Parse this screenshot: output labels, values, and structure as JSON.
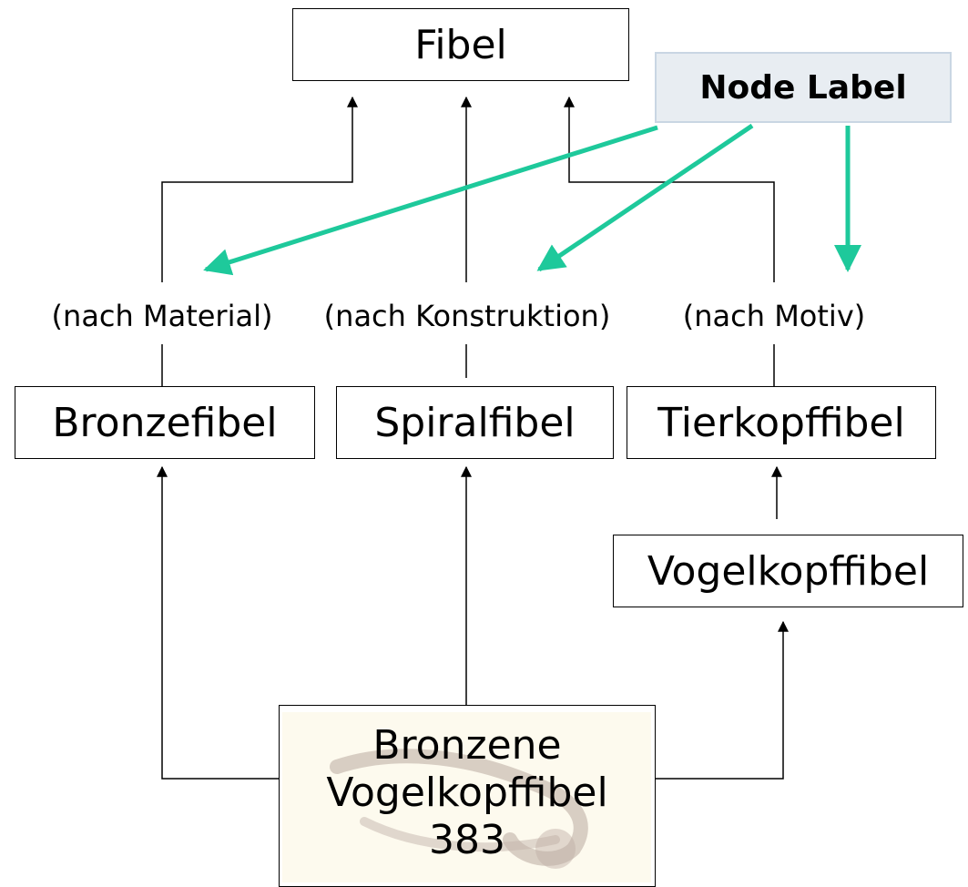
{
  "nodes": {
    "fibel": "Fibel",
    "bronzefibel": "Bronzefibel",
    "spiralfibel": "Spiralfibel",
    "tierkopffibel": "Tierkopffibel",
    "vogelkopffibel": "Vogelkopffibel",
    "root_line1": "Bronzene",
    "root_line2": "Vogelkopffibel",
    "root_line3": "383"
  },
  "facets": {
    "material": "(nach Material)",
    "konstruktion": "(nach Konstruktion)",
    "motiv": "(nach Motiv)"
  },
  "callout": {
    "label": "Node Label"
  },
  "colors": {
    "callout_arrow": "#1ec99b",
    "callout_bg": "#e8edf2",
    "line": "#000000"
  }
}
